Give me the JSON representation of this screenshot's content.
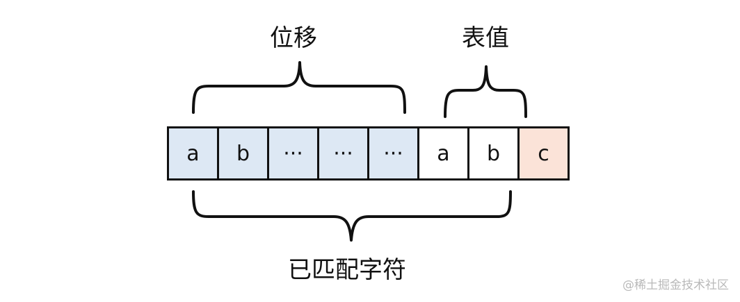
{
  "labels": {
    "top_left": "位移",
    "top_right": "表值",
    "bottom": "已匹配字符"
  },
  "cells": [
    {
      "text": "a",
      "group": "prefix"
    },
    {
      "text": "b",
      "group": "prefix"
    },
    {
      "text": "···",
      "group": "prefix"
    },
    {
      "text": "···",
      "group": "prefix"
    },
    {
      "text": "···",
      "group": "prefix"
    },
    {
      "text": "a",
      "group": "match"
    },
    {
      "text": "b",
      "group": "match"
    },
    {
      "text": "c",
      "group": "next"
    }
  ],
  "colors": {
    "prefix_fill": "#dde8f4",
    "match_fill": "#ffffff",
    "next_fill": "#fbe3d8",
    "stroke": "#111111"
  },
  "watermark": "@稀土掘金技术社区"
}
